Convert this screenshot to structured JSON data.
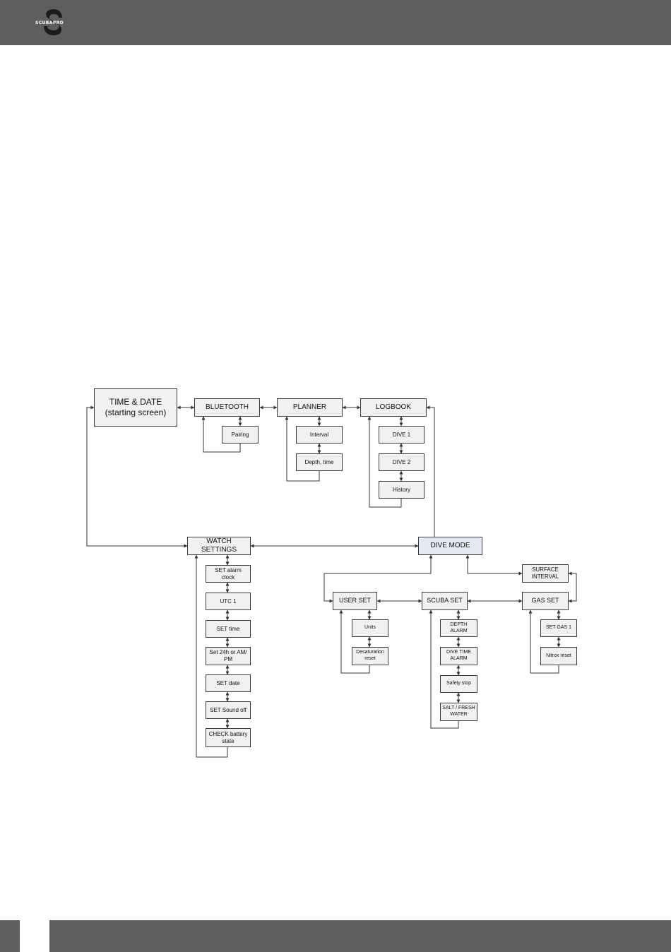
{
  "brand": {
    "name": "SCUBAPRO"
  },
  "footer": {
    "page_number": ""
  },
  "nodes": {
    "time_date": "TIME & DATE\n(starting screen)",
    "bluetooth": "BLUETOOTH",
    "pairing": "Pairing",
    "planner": "PLANNER",
    "interval": "Interval",
    "depth_time": "Depth, time",
    "logbook": "LOGBOOK",
    "dive1": "DIVE 1",
    "dive2": "DIVE 2",
    "history": "History",
    "watch_settings": "WATCH SETTINGS",
    "set_alarm_clock": "SET alarm clock",
    "utc1": "UTC 1",
    "set_time": "SET time",
    "set_24h": "Set 24h or AM/\nPM",
    "set_date": "SET date",
    "set_sound_off": "SET Sound off",
    "check_battery": "CHECK battery\nstate",
    "dive_mode": "DIVE MODE",
    "surface_interval": "SURFACE\nINTERVAL",
    "user_set": "USER SET",
    "units": "Units",
    "desat_reset": "Desaturation\nreset",
    "scuba_set": "SCUBA SET",
    "depth_alarm": "DEPTH ALARM",
    "dive_time_alarm": "DIVE TIME\nALARM",
    "safety_stop": "Safety stop",
    "salt_fresh": "SALT / FRESH\nWATER",
    "gas_set": "GAS SET",
    "set_gas1": "SET GAS 1",
    "nitrox_reset": "Nitrox reset"
  },
  "colors": {
    "header_bar": "#5f5e5f",
    "box_fill": "#f1f1f1",
    "dive_mode_fill": "#e6e9f4",
    "line": "#333333"
  }
}
